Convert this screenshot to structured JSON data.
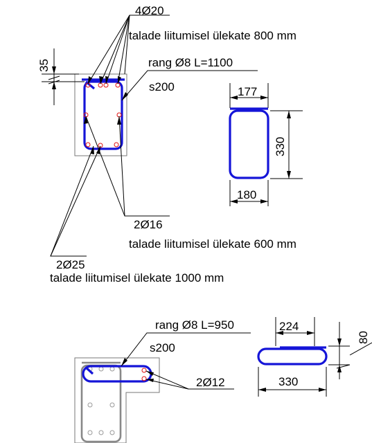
{
  "top_detail": {
    "bar_top": "4Ø20",
    "lap_top": "talade liitumisel ülekate 800 mm",
    "cover": "35",
    "stirrup": "rang Ø8 L=1100",
    "stirrup_spacing": "s200",
    "stirrup_width_top": "177",
    "stirrup_height": "330",
    "stirrup_width_bottom": "180",
    "bar_side": "2Ø16",
    "lap_side": "talade liitumisel ülekate 600 mm",
    "bar_bottom": "2Ø25",
    "lap_bottom": "talade liitumisel ülekate 1000 mm"
  },
  "bottom_detail": {
    "stirrup": "rang Ø8 L=950",
    "stirrup_spacing": "s200",
    "width_top": "224",
    "height": "80",
    "width_bottom": "330",
    "bar": "2Ø12"
  },
  "colors": {
    "stirrup": "#1515d8",
    "bar": "#e01010",
    "existing": "#888888"
  }
}
